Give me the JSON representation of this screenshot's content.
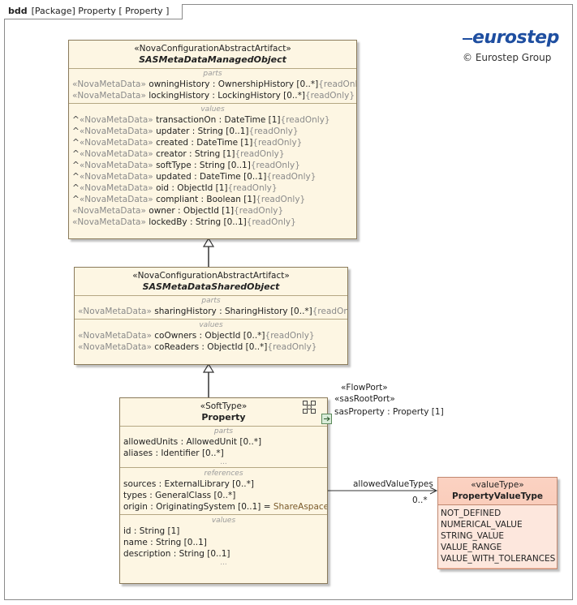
{
  "frame": {
    "kind": "bdd",
    "label": "[Package] Property [ Property ]"
  },
  "logo": {
    "word": "eurostep",
    "sub": "© Eurostep Group"
  },
  "blocks": {
    "managed": {
      "stereotype": "«NovaConfigurationAbstractArtifact»",
      "name": "SASMetaDataManagedObject",
      "parts_title": "parts",
      "parts": [
        {
          "tag": "«NovaMetaData»",
          "name": "owningHistory",
          "type": " : OwnershipHistory [0..*]",
          "mod": "{readOnly}"
        },
        {
          "tag": "«NovaMetaData»",
          "name": "lockingHistory",
          "type": " : LockingHistory [0..*]",
          "mod": "{readOnly}"
        }
      ],
      "values_title": "values",
      "values": [
        {
          "caret": "^",
          "tag": "«NovaMetaData»",
          "name": "transactionOn",
          "type": " : DateTime [1]",
          "mod": "{readOnly}"
        },
        {
          "caret": "^",
          "tag": "«NovaMetaData»",
          "name": "updater",
          "type": " : String [0..1]",
          "mod": "{readOnly}"
        },
        {
          "caret": "^",
          "tag": "«NovaMetaData»",
          "name": "created",
          "type": " : DateTime [1]",
          "mod": "{readOnly}"
        },
        {
          "caret": "^",
          "tag": "«NovaMetaData»",
          "name": "creator",
          "type": " : String [1]",
          "mod": "{readOnly}"
        },
        {
          "caret": "^",
          "tag": "«NovaMetaData»",
          "name": "softType",
          "type": " : String [0..1]",
          "mod": "{readOnly}"
        },
        {
          "caret": "^",
          "tag": "«NovaMetaData»",
          "name": "updated",
          "type": " : DateTime [0..1]",
          "mod": "{readOnly}"
        },
        {
          "caret": "^",
          "tag": "«NovaMetaData»",
          "name": "oid",
          "type": " : ObjectId [1]",
          "mod": "{readOnly}"
        },
        {
          "caret": "^",
          "tag": "«NovaMetaData»",
          "name": "compliant",
          "type": " : Boolean [1]",
          "mod": "{readOnly}"
        },
        {
          "caret": "",
          "tag": "«NovaMetaData»",
          "name": "owner",
          "type": " : ObjectId [1]",
          "mod": "{readOnly}"
        },
        {
          "caret": "",
          "tag": "«NovaMetaData»",
          "name": "lockedBy",
          "type": " : String [0..1]",
          "mod": "{readOnly}"
        }
      ]
    },
    "shared": {
      "stereotype": "«NovaConfigurationAbstractArtifact»",
      "name": "SASMetaDataSharedObject",
      "parts_title": "parts",
      "parts": [
        {
          "tag": "«NovaMetaData»",
          "name": "sharingHistory",
          "type": " : SharingHistory [0..*]",
          "mod": "{readOnly}"
        }
      ],
      "values_title": "values",
      "values": [
        {
          "tag": "«NovaMetaData»",
          "name": "coOwners",
          "type": " : ObjectId [0..*]",
          "mod": "{readOnly}"
        },
        {
          "tag": "«NovaMetaData»",
          "name": "coReaders",
          "type": " : ObjectId [0..*]",
          "mod": "{readOnly}"
        }
      ]
    },
    "property": {
      "stereotype": "«SoftType»",
      "name": "Property",
      "parts_title": "parts",
      "parts": [
        {
          "name": "allowedUnits",
          "type": " : AllowedUnit [0..*]"
        },
        {
          "name": "aliases",
          "type": " : Identifier [0..*]"
        }
      ],
      "references_title": "references",
      "references": [
        {
          "name": "sources",
          "type": " : ExternalLibrary [0..*]",
          "extra": ""
        },
        {
          "name": "types",
          "type": " : GeneralClass [0..*]",
          "extra": ""
        },
        {
          "name": "origin",
          "type": " : OriginatingSystem [0..1] = ",
          "extra": "ShareAspace"
        }
      ],
      "values_title": "values",
      "values": [
        {
          "name": "id",
          "type": " : String [1]"
        },
        {
          "name": "name",
          "type": " : String [0..1]"
        },
        {
          "name": "description",
          "type": " : String [0..1]"
        }
      ],
      "more": "..."
    }
  },
  "port": {
    "stereo1": "«FlowPort»",
    "stereo2": "«sasRootPort»",
    "label": "sasProperty : Property [1]"
  },
  "association": {
    "role": "allowedValueTypes",
    "multiplicity": "0..*"
  },
  "value_type": {
    "stereotype": "«valueType»",
    "name": "PropertyValueType",
    "literals": [
      "NOT_DEFINED",
      "NUMERICAL_VALUE",
      "STRING_VALUE",
      "VALUE_RANGE",
      "VALUE_WITH_TOLERANCES"
    ]
  },
  "colors": {
    "block_fill": "#fdf6e3",
    "value_type_fill": "#f8c1aa",
    "logo_blue": "#1e4ea0"
  }
}
